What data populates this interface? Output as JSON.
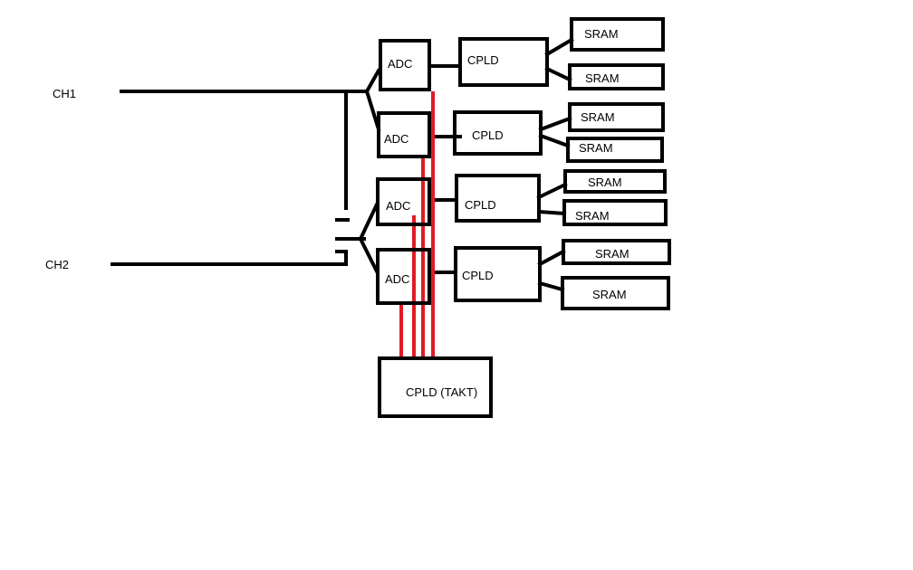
{
  "colors": {
    "wire": "#000000",
    "clock_wire": "#e01b24",
    "background": "#ffffff"
  },
  "inputs": {
    "ch1": "CH1",
    "ch2": "CH2"
  },
  "adc": [
    "ADC",
    "ADC",
    "ADC",
    "ADC"
  ],
  "cpld": [
    "CPLD",
    "CPLD",
    "CPLD",
    "CPLD"
  ],
  "sram": [
    "SRAM",
    "SRAM",
    "SRAM",
    "SRAM",
    "SRAM",
    "SRAM",
    "SRAM",
    "SRAM"
  ],
  "clock_block": "CPLD (TAKT)"
}
